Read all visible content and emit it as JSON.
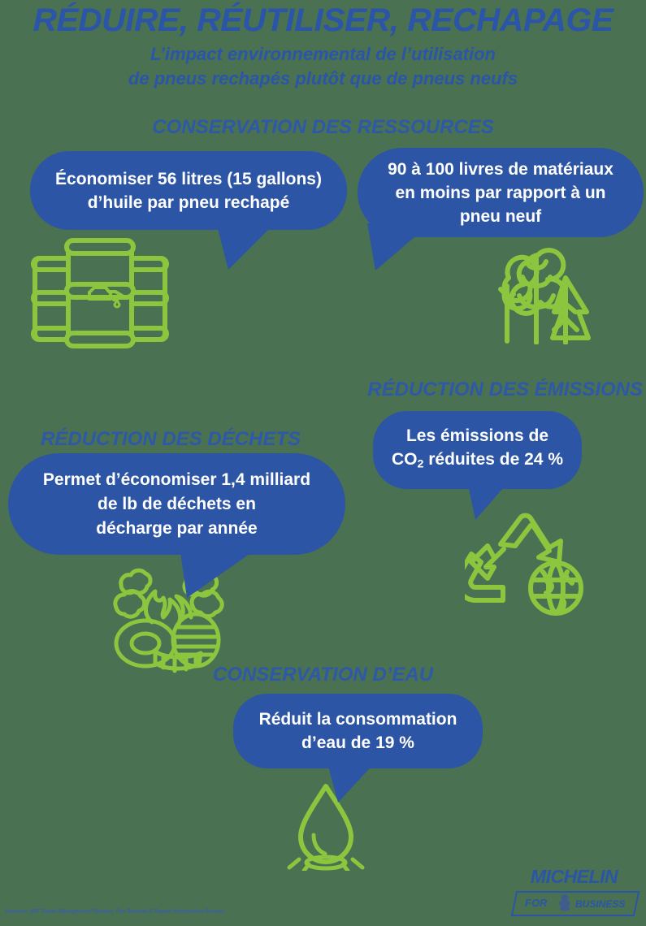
{
  "colors": {
    "background": "#4a7151",
    "bubble_blue": "#2d55a5",
    "title_blue": "#2a55a8",
    "section_blue": "#2e58a8",
    "icon_green": "#8cc63f",
    "text_white": "#ffffff"
  },
  "header": {
    "title": "RÉDUIRE, RÉUTILISER, RECHAPAGE",
    "subtitle_line1": "L’impact environnemental de l’utilisation",
    "subtitle_line2": "de pneus rechapés plutôt que de pneus neufs"
  },
  "sections": {
    "resources": {
      "heading": "CONSERVATION DES RESSOURCES",
      "bubble_oil": {
        "line1": "Économiser 56 litres (15 gallons)",
        "line2": "d’huile par pneu rechapé",
        "icon": "oil-barrels-icon"
      },
      "bubble_materials": {
        "line1": "90 à 100 livres de matériaux",
        "line2": "en moins par rapport à un",
        "line3": "pneu neuf",
        "icon": "trees-icon"
      }
    },
    "emissions": {
      "heading": "RÉDUCTION DES ÉMISSIONS",
      "bubble_co2": {
        "line1": "Les émissions de",
        "line2_prefix": "CO",
        "line2_sub": "2",
        "line2_suffix": " réduites de 24 %",
        "icon": "recycle-globe-icon"
      }
    },
    "waste": {
      "heading": "RÉDUCTION DES DÉCHETS",
      "bubble_waste": {
        "line1": "Permet d’économiser 1,4 milliard",
        "line2": "de lb de déchets en",
        "line3": "décharge par année",
        "icon": "burning-tires-icon"
      }
    },
    "water": {
      "heading": "CONSERVATION D’EAU",
      "bubble_water": {
        "line1": "Réduit la consommation",
        "line2": "d’eau de 19 %",
        "icon": "water-droplet-icon"
      }
    }
  },
  "footer": {
    "source_note": "Sources: MIT Sloan Management Review, Tire Retread & Repair Information Bureau",
    "logo": {
      "brand": "MICHELIN",
      "for_label": "FOR",
      "business_label": "BUSINESS"
    }
  }
}
